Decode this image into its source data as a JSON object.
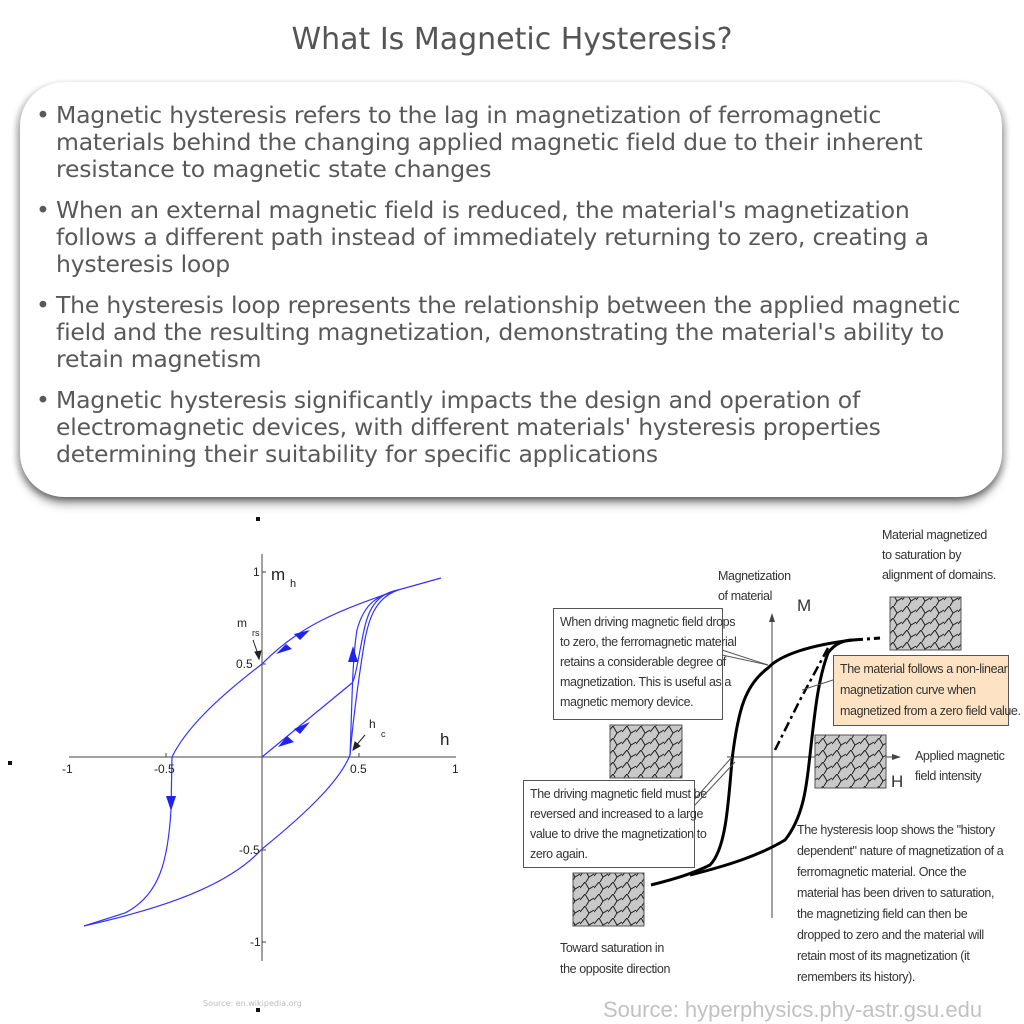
{
  "title": "What Is Magnetic Hysteresis?",
  "bullets": [
    "Magnetic hysteresis refers to the lag in magnetization of ferromagnetic materials behind the changing applied magnetic field due to their inherent resistance to magnetic state changes",
    "When an external magnetic field is reduced, the material's magnetization follows a different path instead of immediately returning to zero, creating a hysteresis loop",
    "The hysteresis loop represents the relationship between the applied magnetic field and the resulting magnetization, demonstrating the material's ability to retain magnetism",
    "Magnetic hysteresis significantly impacts the design and operation of electromagnetic devices, with different materials' hysteresis properties determining their suitability for specific applications"
  ],
  "left_figure": {
    "x_axis_label": "h",
    "y_axis_label": "m",
    "y_axis_subscript": "h",
    "x_ticks": [
      "-1",
      "-0.5",
      "0.5",
      "1"
    ],
    "y_ticks": [
      "1",
      "0.5",
      "-0.5",
      "-1"
    ],
    "remanence_label": "m",
    "remanence_subscript": "rs",
    "coercivity_label": "h",
    "coercivity_subscript": "c",
    "curve_color": "#3333ff",
    "source": "Source: en.wikipedia.org"
  },
  "right_figure": {
    "saturation_note": [
      "Material magnetized",
      "to saturation by",
      "alignment of domains."
    ],
    "y_axis_title": [
      "Magnetization",
      "of material"
    ],
    "y_axis_symbol": "M",
    "x_axis_title": [
      "Applied magnetic",
      "field intensity"
    ],
    "x_axis_symbol": "H",
    "remanence_note": [
      "When driving magnetic field drops",
      "to zero, the ferromagnetic material",
      "retains a considerable degree of",
      "magnetization. This is useful as a",
      "magnetic memory device."
    ],
    "nonlinear_note": [
      "The material follows a non-linear",
      "magnetization curve when",
      "magnetized from a zero field value."
    ],
    "nonlinear_note_color": "#fde3c4",
    "coercive_note": [
      "The driving magnetic field must be",
      "reversed and increased to a large",
      "value to drive the  magnetization to",
      "zero again."
    ],
    "history_note": [
      "The hysteresis loop shows the \"history",
      "dependent\" nature of magnetization of a",
      "ferromagnetic material. Once the",
      "material has been driven to saturation,",
      "the magnetizing field can then be",
      "dropped to zero and the material will",
      "retain most of its magnetization (it",
      "remembers its history)."
    ],
    "opposite_note": [
      "Toward saturation in",
      "the opposite direction"
    ],
    "source": "Source: hyperphysics.phy-astr.gsu.edu"
  }
}
